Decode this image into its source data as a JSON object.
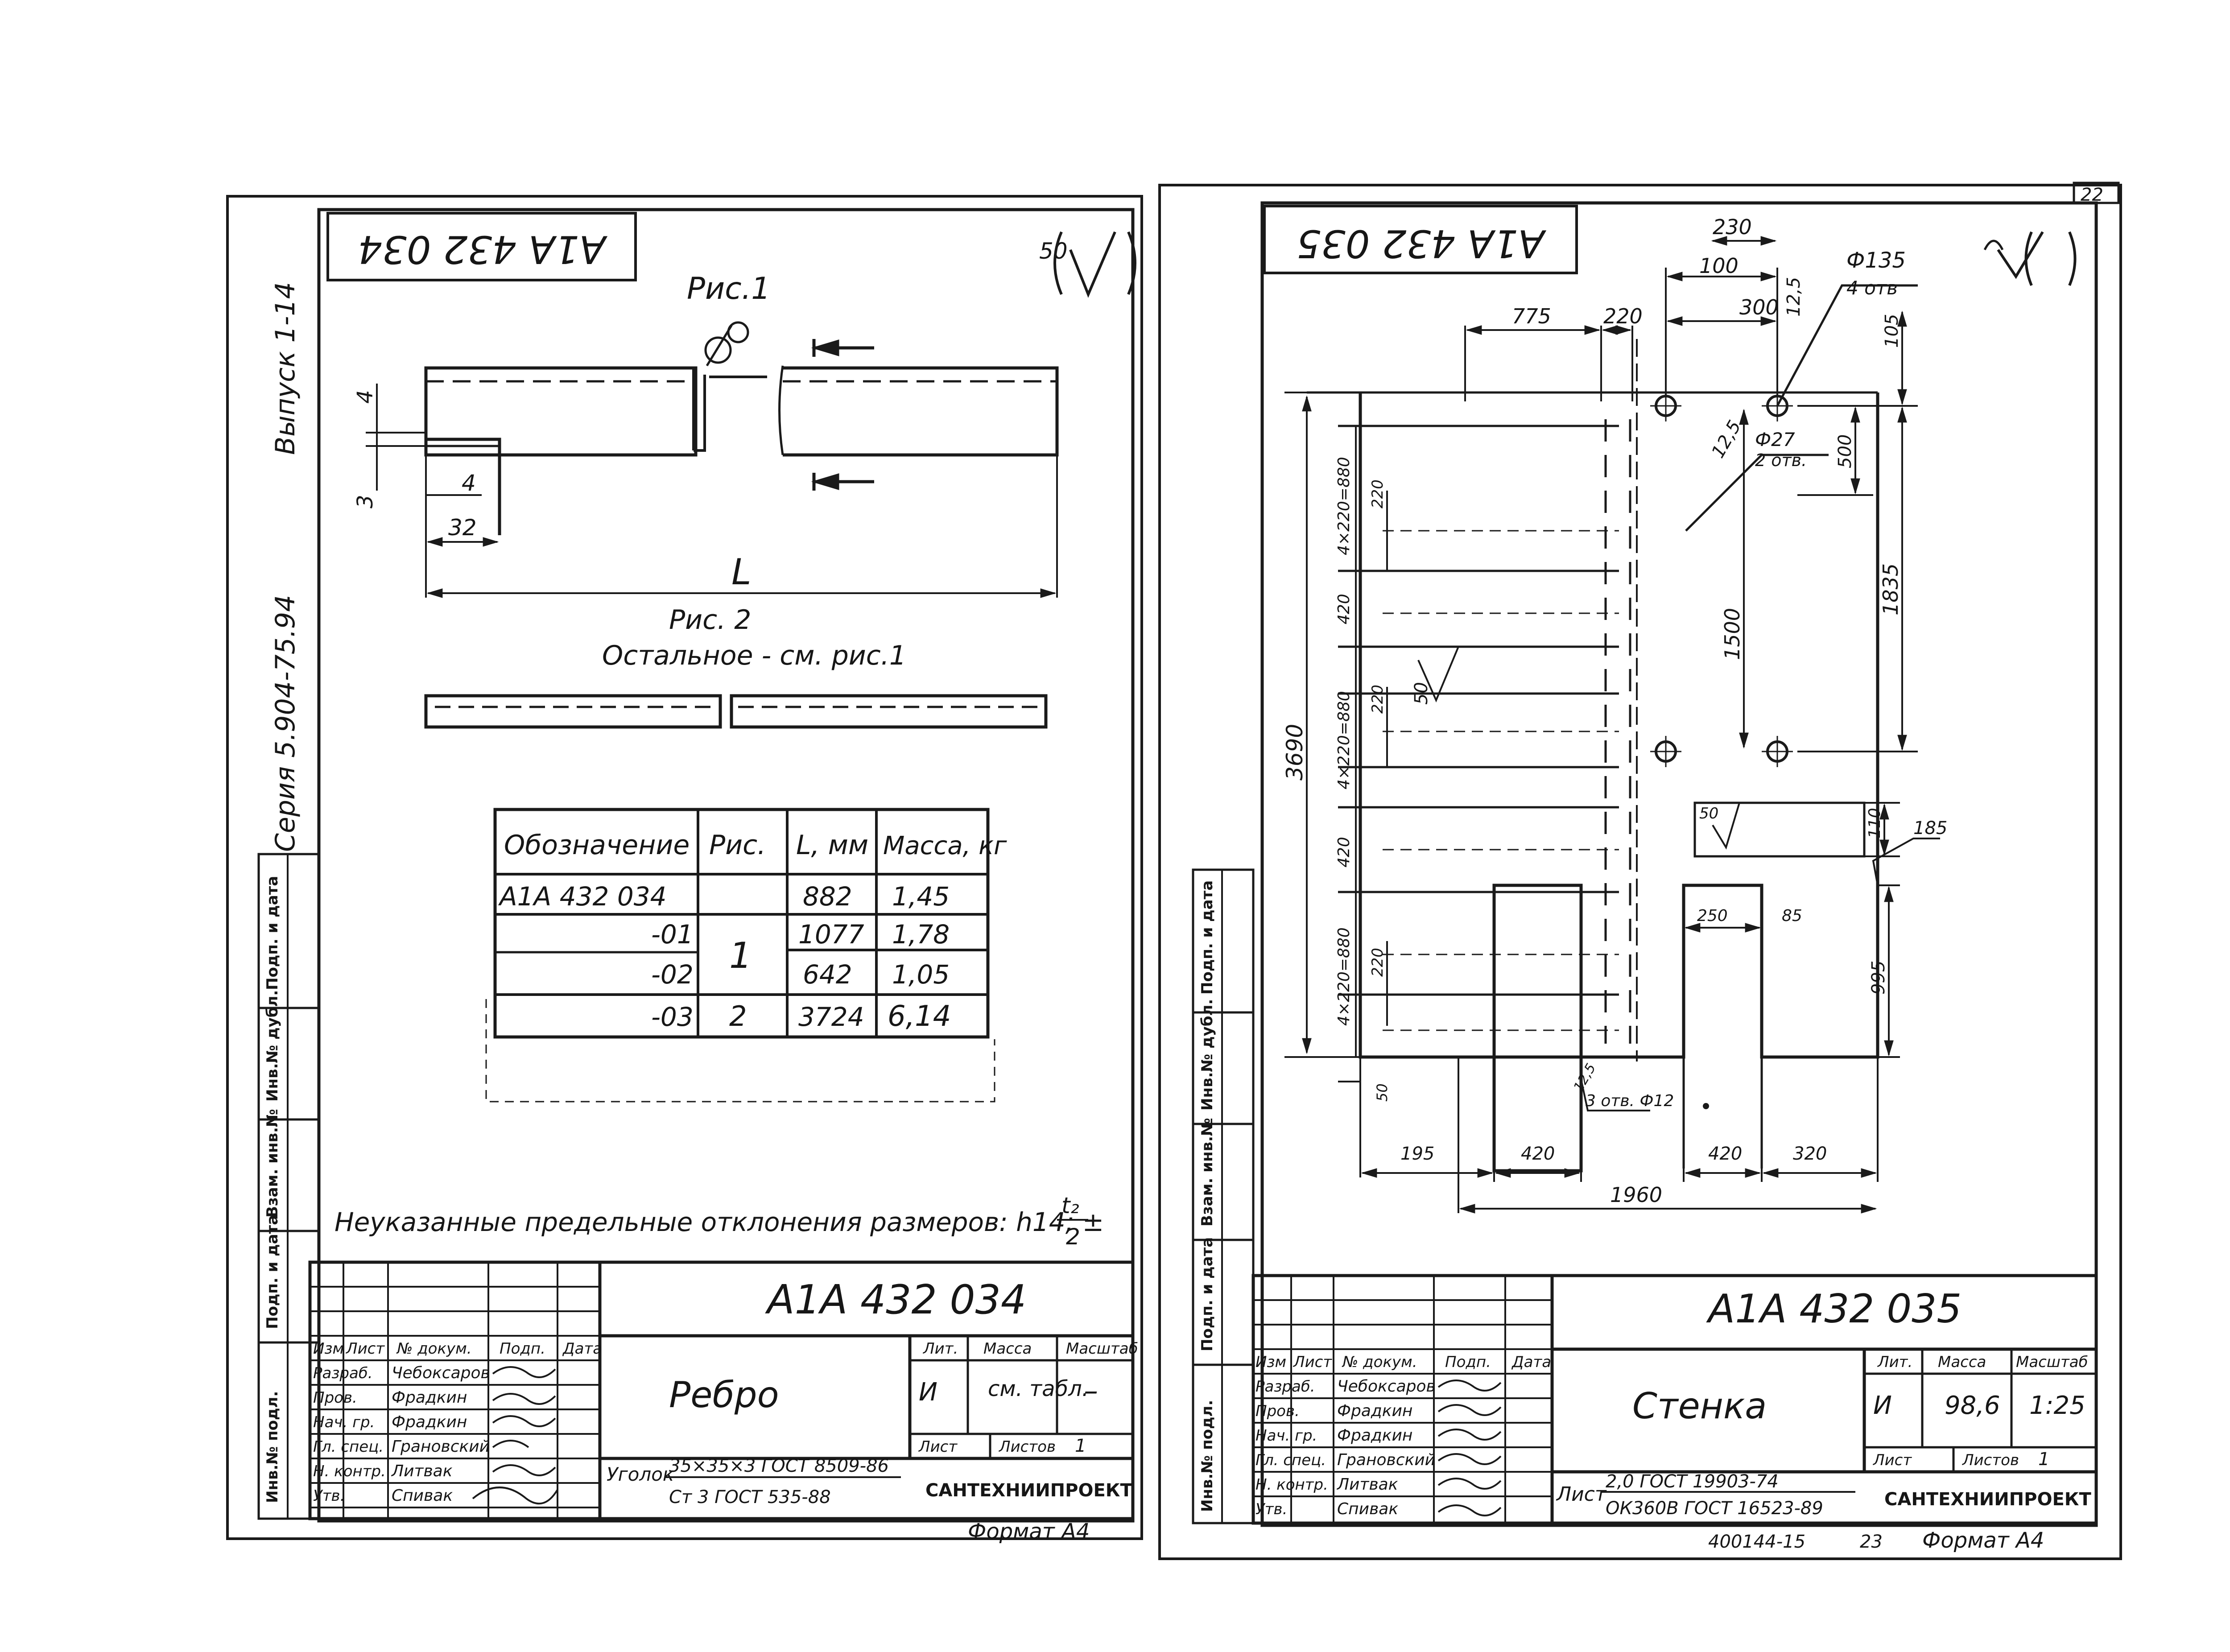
{
  "left_sheet": {
    "stamp_code": "А1А 432 034",
    "roughness_value": "50",
    "series_label": "Серия 5.904-75.94",
    "issue_label": "Выпуск 1-14",
    "fig1_title": "Рис.1",
    "fig2_title": "Рис. 2",
    "fig2_note": "Остальное - см. рис.1",
    "dims": {
      "d4_top": "4",
      "d3": "3",
      "d4_bottom": "4",
      "d32": "32",
      "L": "L"
    },
    "table": {
      "headers": [
        "Обозначение",
        "Рис.",
        "L, мм",
        "Масса, кг"
      ],
      "rows": [
        {
          "designation": "А1А 432 034",
          "fig": "",
          "L": "882",
          "mass": "1,45"
        },
        {
          "designation": "-01",
          "fig": "1",
          "L": "1077",
          "mass": "1,78"
        },
        {
          "designation": "-02",
          "fig": "",
          "L": "642",
          "mass": "1,05"
        },
        {
          "designation": "-03",
          "fig": "2",
          "L": "3724",
          "mass": "6,14"
        }
      ]
    },
    "tolerance_note": "Неуказанные предельные отклонения размеров: h14; ±",
    "tolerance_frac_num": "t₂",
    "tolerance_frac_den": "2",
    "side_stamps": [
      "Подп. и дата",
      "Инв.№ дубл.",
      "Взам. инв.№",
      "Подп. и дата",
      "Инв.№ подл."
    ],
    "titleblock": {
      "doc_code": "А1А 432 034",
      "name": "Ребро",
      "header_cols": [
        "Изм",
        "Лист",
        "№ докум.",
        "Подп.",
        "Дата"
      ],
      "roles": [
        {
          "role": "Разраб.",
          "person": "Чебоксаров"
        },
        {
          "role": "Пров.",
          "person": "Фрадкин"
        },
        {
          "role": "Нач. гр.",
          "person": "Фрадкин"
        },
        {
          "role": "Гл. спец.",
          "person": "Грановский"
        },
        {
          "role": "Н. контр.",
          "person": "Литвак"
        },
        {
          "role": "Утв.",
          "person": "Спивак"
        }
      ],
      "lit_label": "Лит.",
      "mass_label": "Масса",
      "scale_label": "Масштаб",
      "lit_value": "И",
      "mass_value": "см. табл.",
      "scale_value": "–",
      "sheet_label": "Лист",
      "sheets_label": "Листов",
      "sheets_value": "1",
      "material_prefix": "Уголок",
      "material_line1": "35×35×3 ГОСТ 8509-86",
      "material_line2": "Ст 3 ГОСТ 535-88",
      "org": "САНТЕХНИИПРОЕКТ"
    },
    "format_label": "Формат А4"
  },
  "right_sheet": {
    "sheet_number": "22",
    "stamp_code": "А1А 432 035",
    "dims": {
      "d230": "230",
      "d100": "100",
      "d775": "775",
      "d220": "220",
      "d300": "300",
      "d125": "12,5",
      "phi135": "Ф135",
      "holes4": "4 отв",
      "d105": "105",
      "phi27": "Ф27",
      "holes2": "2 отв.",
      "d500": "500",
      "d1500": "1500",
      "d1835": "1835",
      "d3690": "3690",
      "left_chain": [
        "4×220=880",
        "420",
        "4×220=880",
        "420",
        "4×220=880"
      ],
      "d220a": "220",
      "d220b": "220",
      "d220c": "220",
      "rough50": "50",
      "d110": "110",
      "d185": "185",
      "d250": "250",
      "d85": "85",
      "d995": "995",
      "d50": "50",
      "d125b": "12,5",
      "holes3": "3 отв. Ф12",
      "d195": "195",
      "d420a": "420",
      "d420b": "420",
      "d320": "320",
      "d1960": "1960"
    },
    "side_stamps": [
      "Подп. и дата",
      "Инв.№ дубл.",
      "Взам. инв.№",
      "Подп. и дата",
      "Инв.№ подл."
    ],
    "titleblock": {
      "doc_code": "А1А 432 035",
      "name": "Стенка",
      "header_cols": [
        "Изм",
        "Лист",
        "№ докум.",
        "Подп.",
        "Дата"
      ],
      "roles": [
        {
          "role": "Разраб.",
          "person": "Чебоксаров"
        },
        {
          "role": "Пров.",
          "person": "Фрадкин"
        },
        {
          "role": "Нач. гр.",
          "person": "Фрадкин"
        },
        {
          "role": "Гл. спец.",
          "person": "Грановский"
        },
        {
          "role": "Н. контр.",
          "person": "Литвак"
        },
        {
          "role": "Утв.",
          "person": "Спивак"
        }
      ],
      "lit_label": "Лит.",
      "mass_label": "Масса",
      "scale_label": "Масштаб",
      "lit_value": "И",
      "mass_value": "98,6",
      "scale_value": "1:25",
      "sheet_label": "Лист",
      "sheets_label": "Листов",
      "sheets_value": "1",
      "material_prefix": "Лист",
      "material_line1": "2,0 ГОСТ 19903-74",
      "material_line2": "ОК360В ГОСТ 16523-89",
      "org": "САНТЕХНИИПРОЕКТ"
    },
    "bottom_code": "400144-15",
    "bottom_page": "23",
    "format_label": "Формат А4"
  }
}
